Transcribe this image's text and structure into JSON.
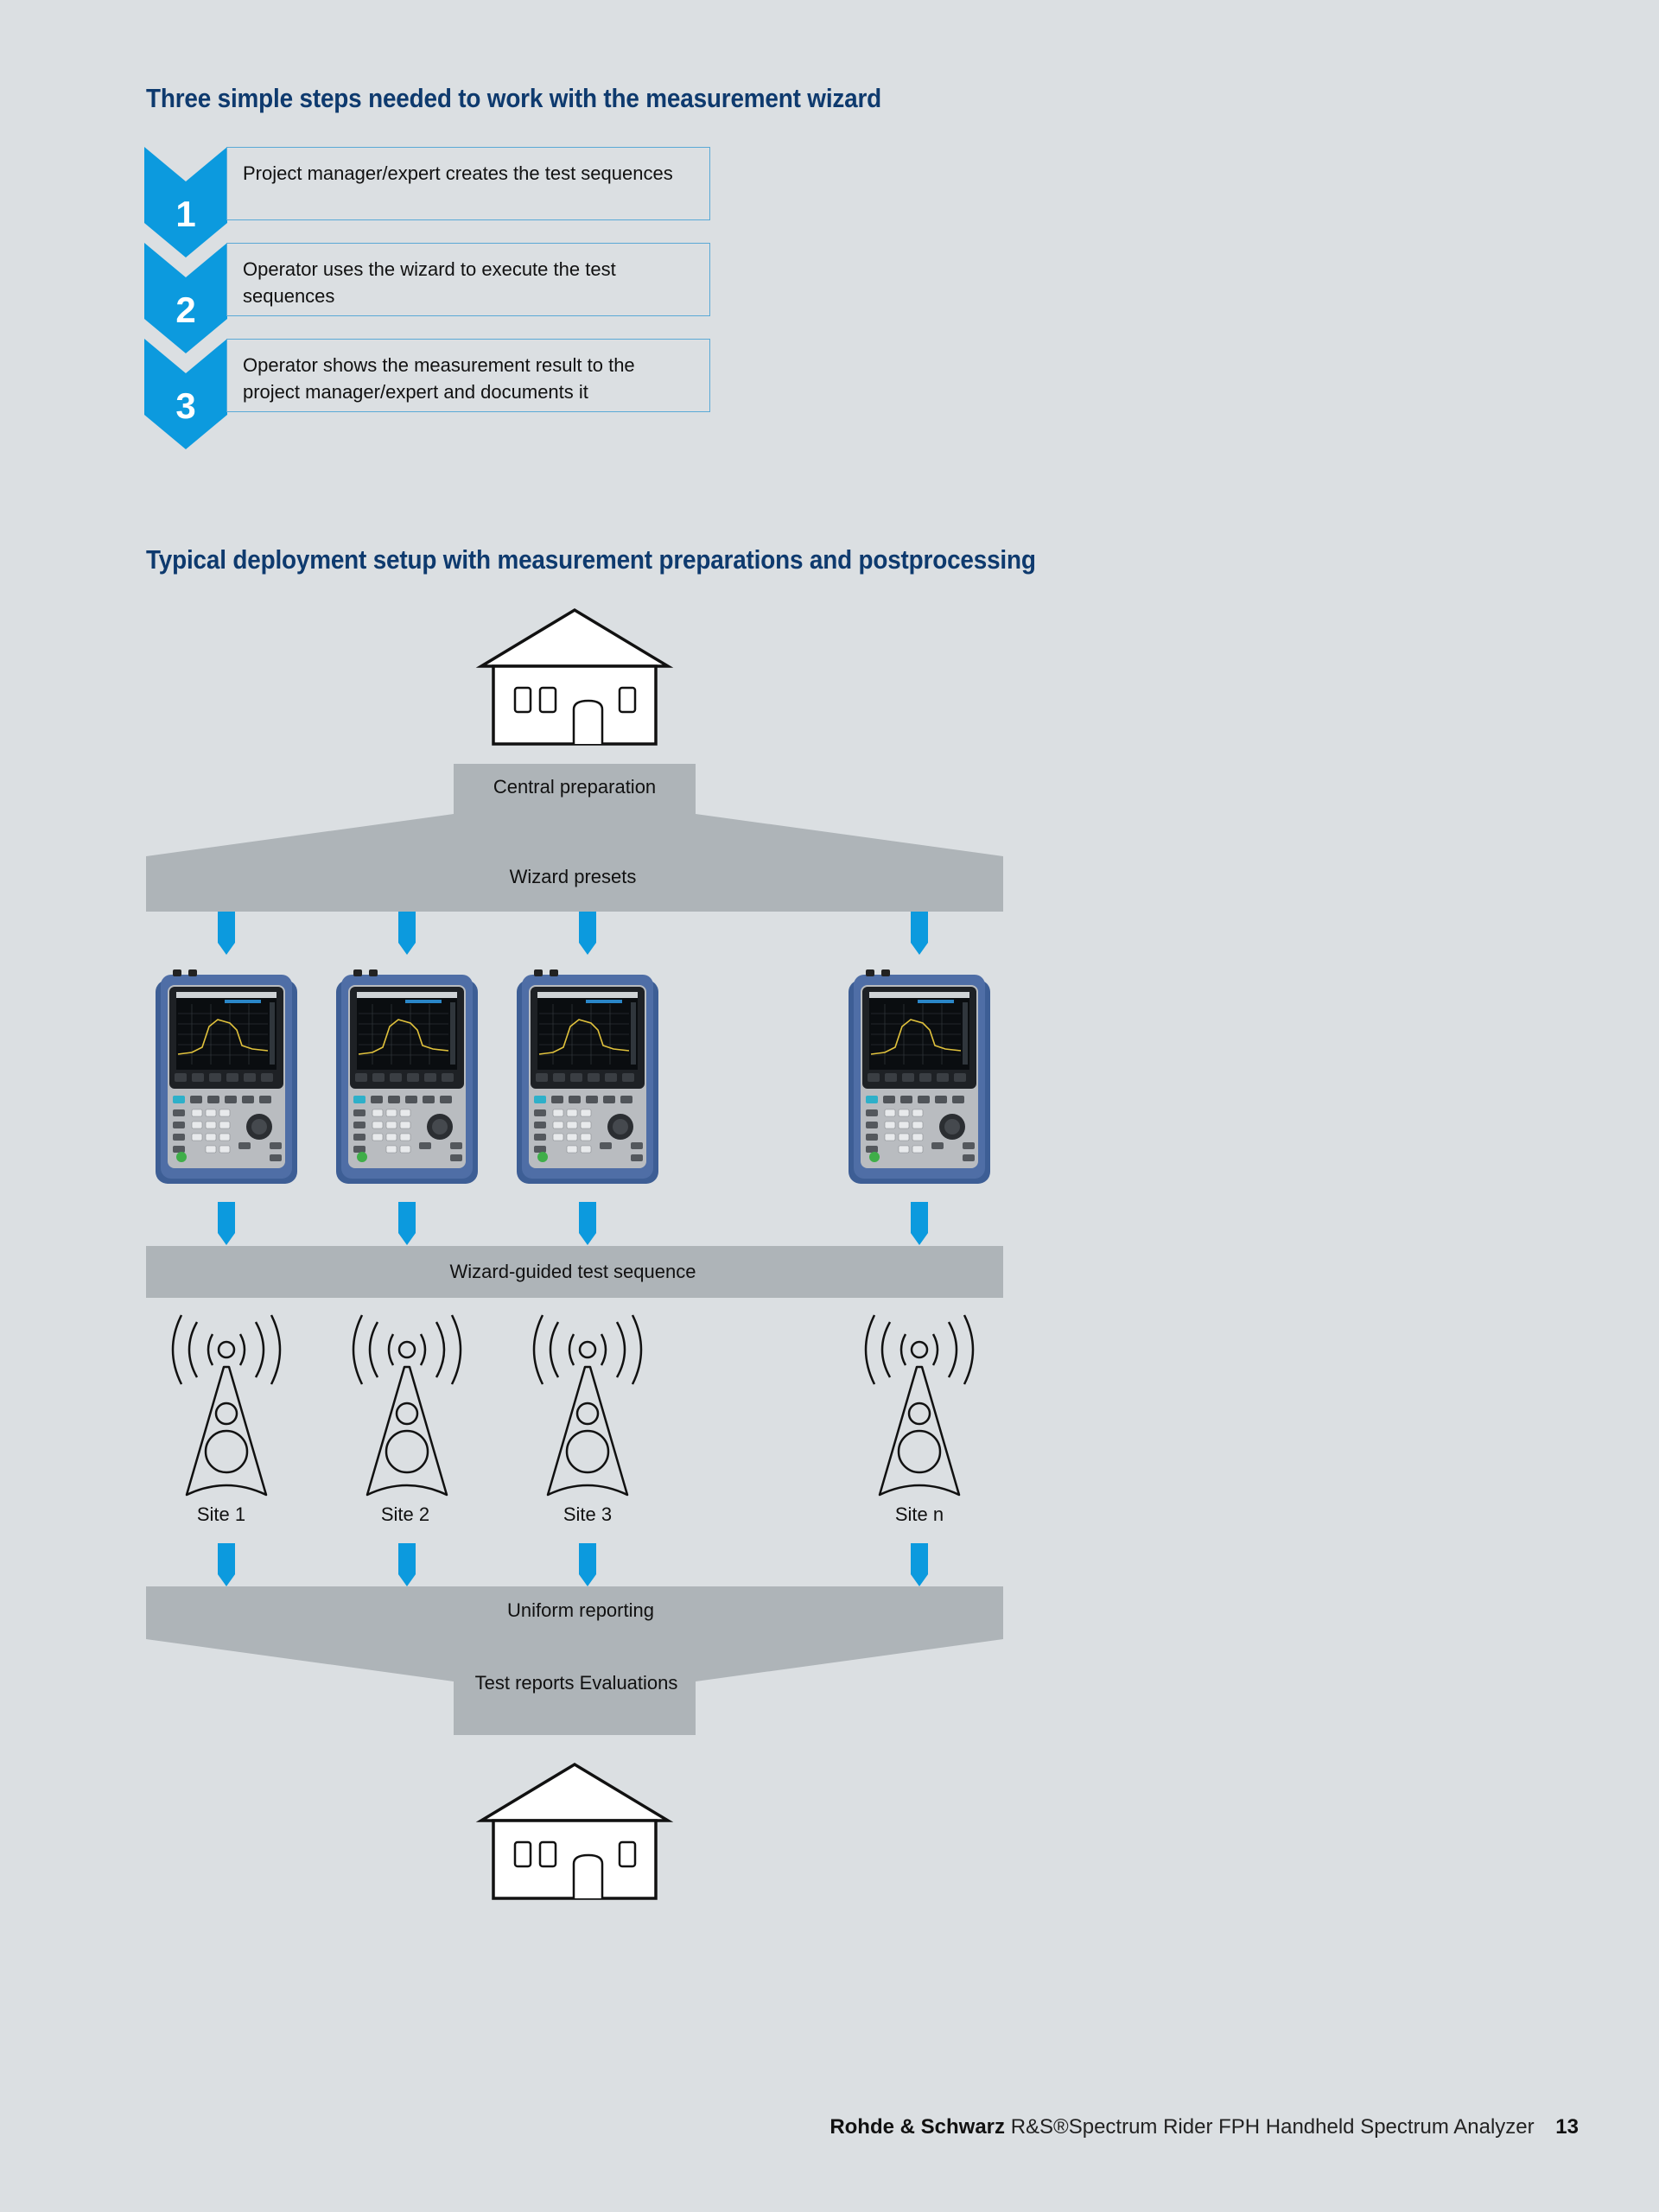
{
  "steps_section": {
    "heading": "Three simple steps needed to work with the measurement wizard",
    "steps": [
      {
        "number": "1",
        "text": "Project manager/expert creates the test sequences"
      },
      {
        "number": "2",
        "text": "Operator uses the wizard to execute the test sequences"
      },
      {
        "number": "3",
        "text": "Operator shows the measurement result to the project manager/expert and documents it"
      }
    ]
  },
  "deployment_section": {
    "heading": "Typical deployment setup with measurement preparations and postprocessing",
    "central_preparation": "Central preparation",
    "wizard_presets": "Wizard presets",
    "wizard_guided": "Wizard-guided test sequence",
    "sites": [
      "Site 1",
      "Site 2",
      "Site 3",
      "Site n"
    ],
    "uniform_reporting": "Uniform reporting",
    "test_reports": "Test reports Evaluations"
  },
  "footer": {
    "brand": "Rohde & Schwarz",
    "product": "R&S®Spectrum Rider FPH Handheld Spectrum Analyzer",
    "page_number": "13"
  },
  "colors": {
    "accent_blue": "#0c9ade",
    "heading_blue": "#0e3a6e",
    "band_gray": "#aeb4b8",
    "background": "#dbdfe2"
  }
}
